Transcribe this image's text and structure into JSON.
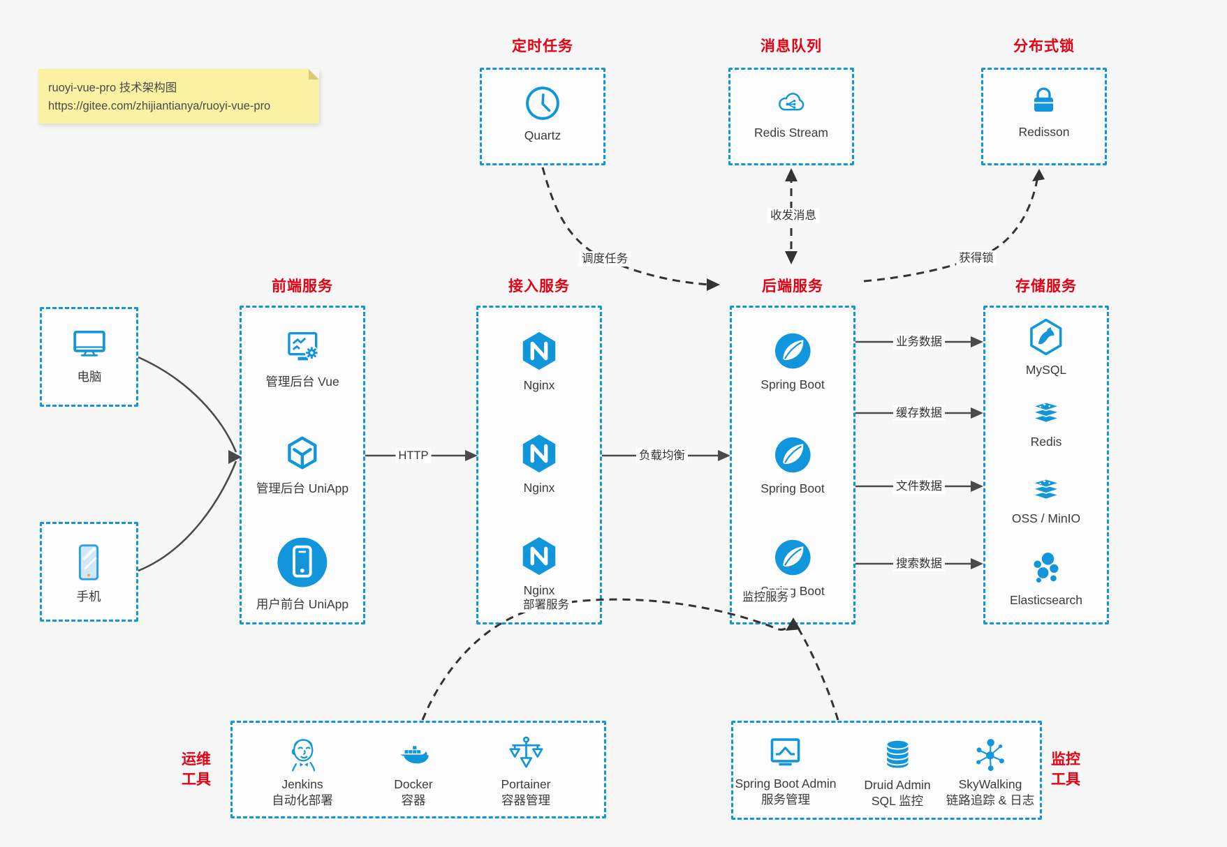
{
  "note": {
    "line1": "ruoyi-vue-pro 技术架构图",
    "line2": "https://gitee.com/zhijiantianya/ruoyi-vue-pro"
  },
  "sections": {
    "scheduler": {
      "title": "定时任务",
      "nodes": [
        {
          "label": "Quartz",
          "icon": "clock-icon"
        }
      ]
    },
    "mq": {
      "title": "消息队列",
      "nodes": [
        {
          "label": "Redis Stream",
          "icon": "cloud-share-icon"
        }
      ]
    },
    "lock": {
      "title": "分布式锁",
      "nodes": [
        {
          "label": "Redisson",
          "icon": "padlock-icon"
        }
      ]
    },
    "clients": {
      "nodes": [
        {
          "label": "电脑",
          "icon": "desktop-icon"
        },
        {
          "label": "手机",
          "icon": "mobile-icon"
        }
      ]
    },
    "frontend": {
      "title": "前端服务",
      "nodes": [
        {
          "label": "管理后台 Vue",
          "icon": "screen-gear-icon"
        },
        {
          "label": "管理后台 UniApp",
          "icon": "cube-icon"
        },
        {
          "label": "用户前台 UniApp",
          "icon": "phone-circle-icon"
        }
      ]
    },
    "gateway": {
      "title": "接入服务",
      "nodes": [
        {
          "label": "Nginx",
          "icon": "nginx-icon"
        },
        {
          "label": "Nginx",
          "icon": "nginx-icon"
        },
        {
          "label": "Nginx",
          "icon": "nginx-icon"
        }
      ]
    },
    "backend": {
      "title": "后端服务",
      "nodes": [
        {
          "label": "Spring Boot",
          "icon": "spring-boot-icon"
        },
        {
          "label": "Spring Boot",
          "icon": "spring-boot-icon"
        },
        {
          "label": "Spring Boot",
          "icon": "spring-boot-icon"
        }
      ]
    },
    "storage": {
      "title": "存储服务",
      "nodes": [
        {
          "label": "MySQL",
          "icon": "mysql-icon"
        },
        {
          "label": "Redis",
          "icon": "redis-stack-icon"
        },
        {
          "label": "OSS / MinIO",
          "icon": "oss-stack-icon"
        },
        {
          "label": "Elasticsearch",
          "icon": "elasticsearch-icon"
        }
      ]
    },
    "ops": {
      "title_lines": [
        "运维",
        "工具"
      ],
      "nodes": [
        {
          "label": "Jenkins",
          "sublabel": "自动化部署",
          "icon": "jenkins-icon"
        },
        {
          "label": "Docker",
          "sublabel": "容器",
          "icon": "docker-whale-icon"
        },
        {
          "label": "Portainer",
          "sublabel": "容器管理",
          "icon": "portainer-scale-icon"
        }
      ]
    },
    "monitoring": {
      "title_lines": [
        "监控",
        "工具"
      ],
      "nodes": [
        {
          "label": "Spring Boot Admin",
          "sublabel": "服务管理",
          "icon": "monitor-chart-icon"
        },
        {
          "label": "Druid Admin",
          "sublabel": "SQL 监控",
          "icon": "database-icon"
        },
        {
          "label": "SkyWalking",
          "sublabel": "链路追踪 & 日志",
          "icon": "node-cluster-icon"
        }
      ]
    }
  },
  "edges": {
    "http": "HTTP",
    "load_balance": "负载均衡",
    "business": "业务数据",
    "cache": "缓存数据",
    "file": "文件数据",
    "search": "搜索数据",
    "schedule": "调度任务",
    "messages": "收发消息",
    "acquire_lock": "获得锁",
    "deploy": "部署服务",
    "monitor": "监控服务"
  },
  "colors": {
    "accent": "#1296db",
    "title_red": "#e60012",
    "note_bg": "#fbf1a3"
  }
}
